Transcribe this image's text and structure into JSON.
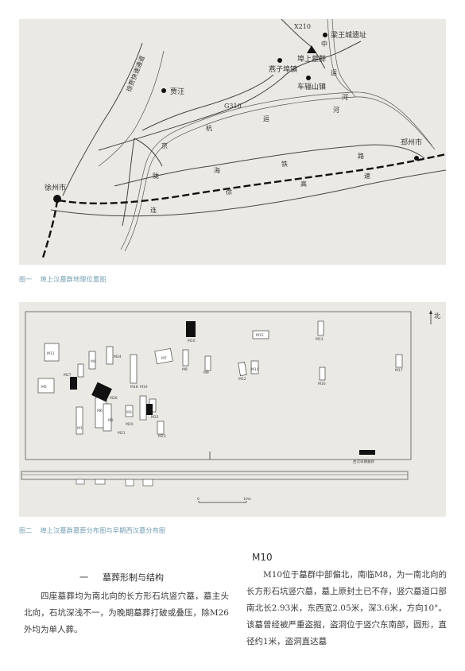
{
  "figure1": {
    "caption_num": "图一",
    "caption": "埠上汉墓群地理位置图",
    "places": {
      "xuzhou": "徐州市",
      "pizhou": "邳州市",
      "jiawang": "贾汪",
      "yanzibu": "燕子埠镇",
      "chefushan": "车辐山镇",
      "bushang": "埠上墓群",
      "liangwang": "梁王城遗址"
    },
    "roads": {
      "x210": "X210",
      "g310": "G310",
      "hang_chars": [
        "京",
        "杭",
        "运",
        "河"
      ],
      "zhong_chars": [
        "中",
        "运",
        "河"
      ],
      "railway_chars": [
        "陇",
        "海",
        "铁",
        "路"
      ],
      "highway_chars": [
        "连",
        "徐",
        "高",
        "速"
      ],
      "left_road_label": "徐贾快速通道"
    }
  },
  "figure2": {
    "caption_num": "图二",
    "caption": "埠上汉墓群墓葬分布图与早期西汉墓分布图",
    "north": "北",
    "legend": "西汉早期墓葬",
    "scale": [
      "0",
      "10m"
    ],
    "tombs": [
      "M10",
      "M15",
      "M13",
      "M11",
      "M24",
      "M7",
      "M8",
      "M9",
      "M12",
      "M14",
      "M16",
      "M17",
      "M27",
      "M5",
      "M4",
      "M26",
      "M6",
      "M3",
      "M19",
      "M22",
      "M20",
      "M1",
      "M23",
      "M18",
      "M2",
      "M21"
    ]
  },
  "article": {
    "section_index": "一",
    "section_title": "墓葬形制与结构",
    "left_paragraph": "四座墓葬均为南北向的长方形石坑竖穴墓，墓主头北向，石坑深浅不一，为晚期墓葬打破或叠压，除M26外均为单人葬。",
    "m10_title": "M10",
    "right_paragraph": "M10位于墓群中部偏北，南临M8，为一南北向的长方形石坑竖穴墓，墓上原封土已不存，竖穴墓道口部南北长2.93米，东西宽2.05米，深3.6米，方向10°。该墓曾经被严重盗掘，盗洞位于竖穴东南部，圆形，直径约1米，盗洞直达墓"
  }
}
